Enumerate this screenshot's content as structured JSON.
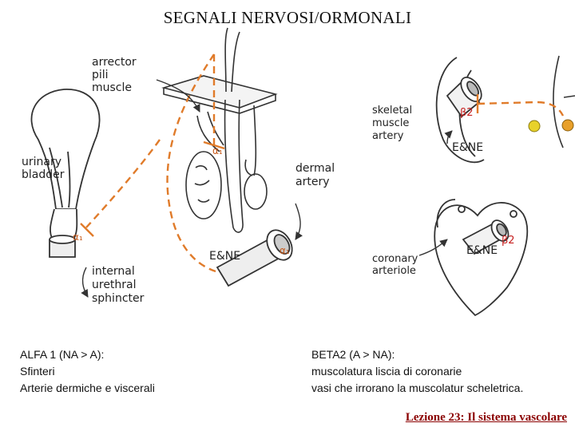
{
  "title": "SEGNALI NERVOSI/ORMONALI",
  "diagram": {
    "labels": {
      "arrector_1": "arrector",
      "arrector_2": "pili",
      "arrector_3": "muscle",
      "bladder_1": "urinary",
      "bladder_2": "bladder",
      "sphincter_1": "internal",
      "sphincter_2": "urethral",
      "sphincter_3": "sphincter",
      "dermal_1": "dermal",
      "dermal_2": "artery",
      "skeletal_1": "skeletal",
      "skeletal_2": "muscle",
      "skeletal_3": "artery",
      "coronary_1": "coronary",
      "coronary_2": "arteriole"
    },
    "receptors": {
      "alpha_pili": "α₁",
      "alpha_bladder": "α₁",
      "alpha_dermal": "α₁",
      "beta_skeletal": "β2",
      "beta_coronary": "β2"
    },
    "hormone": {
      "dermal": "E&NE",
      "skeletal": "E&NE",
      "coronary": "E&NE"
    },
    "colors": {
      "nerve": "#e07b2a",
      "line": "#333333",
      "node": "#e8d22a"
    }
  },
  "captions": {
    "left": {
      "heading": "ALFA 1  (NA > A):",
      "line1": "Sfinteri",
      "line2": "Arterie dermiche e viscerali"
    },
    "right": {
      "heading": "BETA2 (A > NA):",
      "line1": "muscolatura liscia di coronarie",
      "line2": "vasi che irrorano la muscolatur scheletrica."
    }
  },
  "footer": "Lezione 23: Il sistema vascolare"
}
